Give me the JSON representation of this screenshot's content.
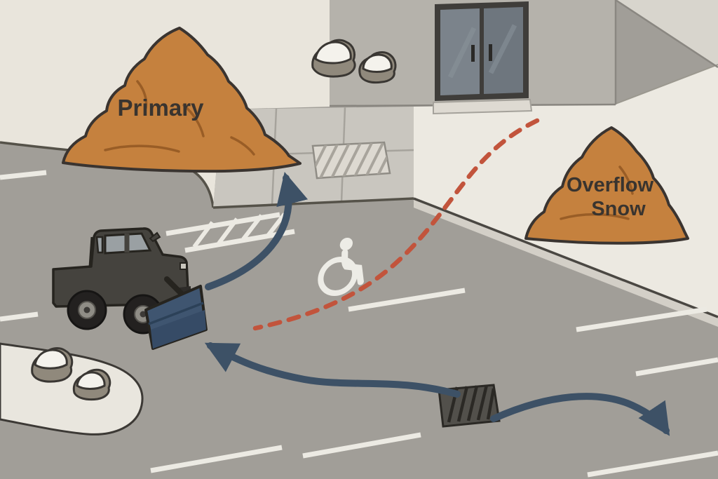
{
  "illustration": {
    "labels": {
      "primary_pile": "Primary",
      "overflow_pile_line1": "Overflow",
      "overflow_pile_line2": "Snow"
    },
    "colors": {
      "asphalt": "#a19e98",
      "sidewalk_light": "#e9e5dc",
      "walkway_slabs": "#c9c6bf",
      "platform": "#ece9e1",
      "building_face": "#b5b2ab",
      "snow_pile": "#c5813e",
      "pile_outline": "#3a3430",
      "route_arrow_blue": "#3d5166",
      "alternate_route_dashed_red": "#c2543c",
      "plow_blade_blue": "#3f5570",
      "lot_markings_white": "#eceae3"
    }
  }
}
